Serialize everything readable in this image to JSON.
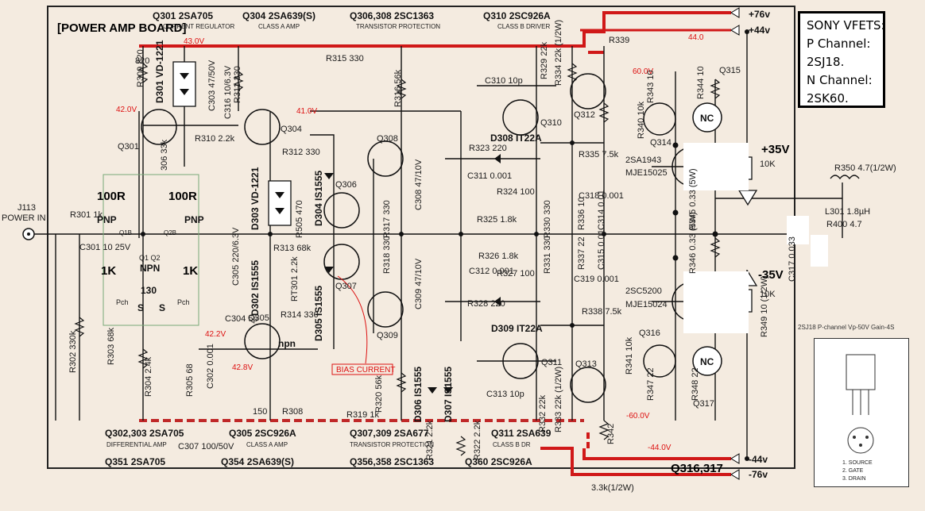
{
  "board_title": "[POWER AMP BOARD]",
  "header": {
    "q301": "Q301  2SA705",
    "q301_role": "CURRENT REGULATOR",
    "q304": "Q304  2SA639(S)",
    "q304_role": "CLASS A AMP",
    "q306": "Q306,308  2SC1363",
    "q306_role": "TRANSISTOR PROTECTION",
    "q310": "Q310  2SC926A",
    "q310_role": "CLASS B DRIVER"
  },
  "footer": {
    "q302": "Q302,303  2SA705",
    "q302_role": "DIFFERENTIAL AMP",
    "q305": "Q305  2SC926A",
    "q305_role": "CLASS A AMP",
    "q307": "Q307,309  2SA677",
    "q307_role": "TRANSISTOR PROTECTION",
    "q311": "Q311  2SA639",
    "q311_role": "CLASS B DR",
    "row2_q351": "Q351  2SA705",
    "row2_q354": "Q354  2SA639(S)",
    "row2_q356": "Q356,358  2SC1363",
    "row2_q360": "Q360  2SC926A",
    "row2_q316": "Q316,317",
    "r_bottom": "3.3k(1/2W)"
  },
  "rails": {
    "plus76": "+76v",
    "plus44": "+44v",
    "minus44": "-44v",
    "minus76": "-76v",
    "plus35": "+35V",
    "minus35": "-35V"
  },
  "voltages": {
    "v43": "43.0V",
    "v42": "42.0V",
    "v41": "41.0V",
    "v44": "44.0",
    "v60": "60.0V",
    "v422": "42.2V",
    "v428": "42.8V",
    "vm60": "-60.0V",
    "vm44": "-44.0V",
    "npnp": "npn",
    "bias": "BIAS CURRENT"
  },
  "mods": {
    "r_100a": "100R",
    "r_100b": "100R",
    "pnp_l": "PNP",
    "pnp_r": "PNP",
    "q1b": "Q1B",
    "q2b": "Q2B",
    "q1q2": "Q1 Q2",
    "npn": "NPN",
    "k1a": "1K",
    "k1b": "1K",
    "r130": "130",
    "pch_l": "Pch",
    "pch_r": "Pch",
    "s_l": "S",
    "s_r": "S",
    "pot_top": "10K",
    "pot_bot": "10K",
    "ic_top1": "2SA1943",
    "ic_top2": "MJE15025",
    "ic_bot1": "2SC5200",
    "ic_bot2": "MJE15024",
    "nc_top": "NC",
    "nc_bot": "NC"
  },
  "components": {
    "d301": "D301 VD-1221",
    "d303": "D303 VD-1221",
    "d302": "D302 IS1555",
    "d304": "D304 IS1555",
    "d305": "D305 IS1555",
    "d306": "D306 IS1555",
    "d307": "D307 IS1555",
    "d308": "D308 IT22A",
    "d309": "D309 IT22A",
    "r309": "R309 820",
    "r311": "R311 330",
    "r315": "R315 330",
    "r316": "R316 56k",
    "r329": "R329 22k",
    "r334": "R334 22k (1/2W)",
    "r339": "R339",
    "r343": "R343 10",
    "r344": "R344 10",
    "r340": "R340 10k",
    "q315": "Q315",
    "c303": "C303 47/50V",
    "c316": "C316 10/6.3V",
    "r310": "R310 2.2k",
    "r306": "306 33k",
    "c310": "C310 10p",
    "r323": "R323 220",
    "c311": "C311 0.001",
    "r324": "R324 100",
    "r325": "R325 1.8k",
    "r335": "R335 7.5k",
    "c318": "C318 0.001",
    "r312": "R312 330",
    "r350": "R350 4.7(1/2W)",
    "l301": "L301 1.8µH",
    "r400": "R400 4.7",
    "r345": "R345 0.33 (5W)",
    "r346": "R346 0.33 (5W)",
    "c314": "C314 0.01",
    "c315": "C315 0.01",
    "r336": "R336 10",
    "r337": "R337 22",
    "r338": "R338 7.5k",
    "c319": "C319 0.001",
    "r326": "R326 1.8k",
    "c312": "C312 0.001",
    "r327": "R327 100",
    "r328": "R328 220",
    "c313": "C313 10p",
    "r341": "R341 10k",
    "r347": "R347 22",
    "r348": "R348 22",
    "q316": "Q316",
    "q317": "Q317",
    "r349": "R349 10 (1/2W)",
    "c317": "C317 0.033",
    "j113": "J113",
    "power_in": "POWER IN",
    "r301": "R301 1k",
    "c301": "C301 10 25V",
    "r302": "R302 330k",
    "r303": "R303 68k",
    "r304": "R304 2.4k",
    "r305": "R305 68",
    "c302": "C302 0.001",
    "c305": "C305 220/6.3V",
    "r313": "R313 68k",
    "c304": "C304 5p",
    "q305": "Q305",
    "r314": "R314 330",
    "rt301": "RT301 2.2k",
    "r505": "R505 470",
    "r317": "R317 330",
    "r318": "R318 330",
    "c308": "C308 47/10V",
    "c309": "C309 47/10V",
    "r330": "R330 330",
    "r331": "R331 330",
    "r320": "R320 56k",
    "r319": "R319 1k",
    "r308": "R308",
    "r150": "150",
    "c307": "C307 100/50V",
    "r321": "R321 2.2k",
    "r322": "R322 2.2k",
    "r332": "R332 22k",
    "r333": "R333 22k (1/2W)",
    "r342": "R342",
    "q301": "Q301",
    "q304": "Q304",
    "q308": "Q308",
    "q306": "Q306",
    "q307": "Q307",
    "q309": "Q309",
    "q310": "Q310",
    "q311": "Q311",
    "q312": "Q312",
    "q313": "Q313",
    "q314": "Q314",
    "r820": "820"
  },
  "note_box": {
    "line1": "SONY VFETS:",
    "line2": "P Channel:",
    "line3": "2SJ18.",
    "line4": "N Channel:",
    "line5": "2SK60."
  },
  "package": {
    "title": "2SJ18 P-channel Vp-50V Gain-4S",
    "pin1": "1. SOURCE",
    "pin2": "2. GATE",
    "pin3": "3. DRAIN"
  }
}
